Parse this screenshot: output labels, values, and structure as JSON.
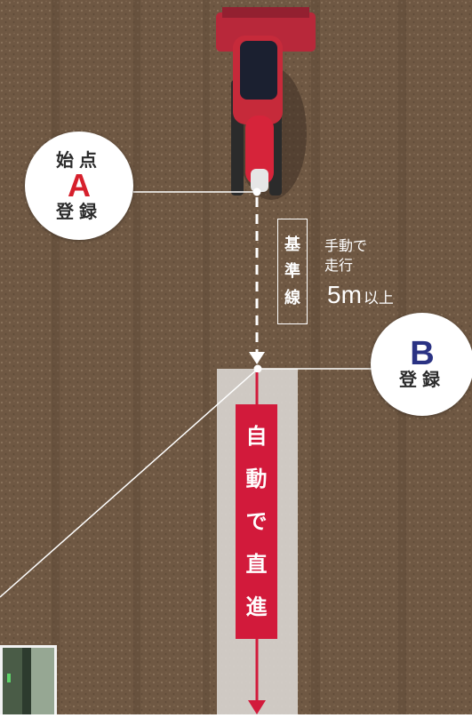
{
  "start_point": {
    "line1": "始点",
    "letter": "A",
    "line2": "登録"
  },
  "end_point": {
    "letter": "B",
    "line2": "登録"
  },
  "reference_line": {
    "chars": [
      "基",
      "準",
      "線"
    ]
  },
  "manual_drive": {
    "line1": "手動で",
    "line2": "走行",
    "distance_value": "5m",
    "distance_suffix": "以上"
  },
  "auto_banner": {
    "chars": [
      "自",
      "動",
      "で",
      "直",
      "進"
    ]
  },
  "colors": {
    "accent_red": "#d21a3b",
    "letter_a": "#d6202c",
    "letter_b": "#2a3283",
    "soil": "#6e5741",
    "lane": "#d6d2cd"
  }
}
